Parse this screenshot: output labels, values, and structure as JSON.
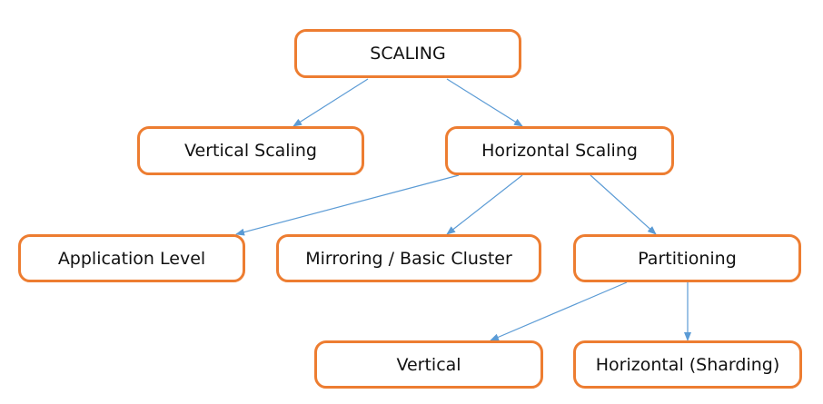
{
  "nodes": {
    "scaling": "SCALING",
    "vertical_scaling": "Vertical Scaling",
    "horizontal_scaling": "Horizontal Scaling",
    "application_level": "Application Level",
    "mirroring": "Mirroring / Basic Cluster",
    "partitioning": "Partitioning",
    "vertical": "Vertical",
    "horizontal_sharding": "Horizontal (Sharding)"
  },
  "colors": {
    "node_border": "#ED7D31",
    "arrow": "#5B9BD5"
  }
}
